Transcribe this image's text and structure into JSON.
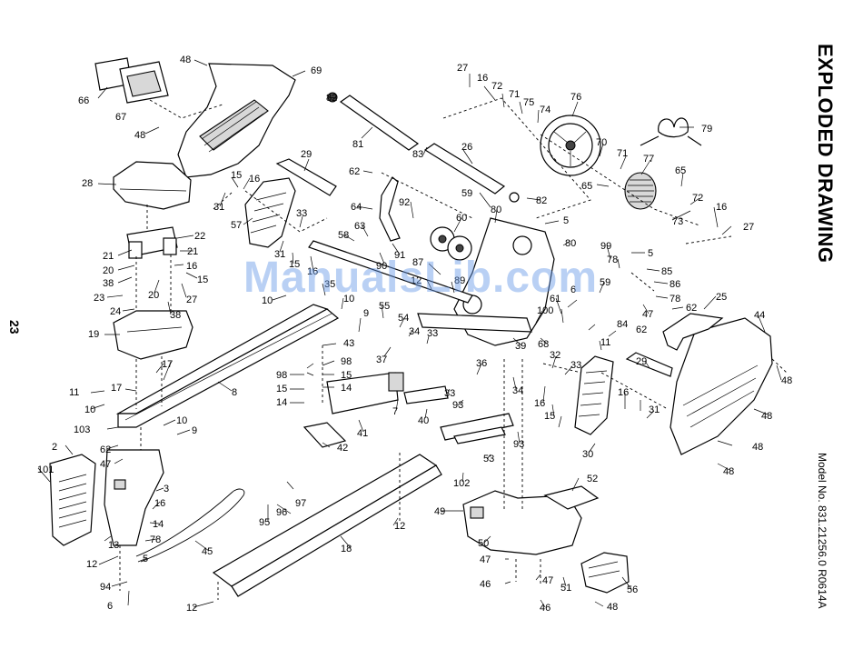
{
  "page": {
    "title": "EXPLODED DRAWING",
    "model": "Model No. 831.21256.0 R0614A",
    "page_number": "23",
    "watermark": "ManualsLib.com"
  },
  "callouts": [
    {
      "id": "c48a",
      "label": "48"
    },
    {
      "id": "c69",
      "label": "69"
    },
    {
      "id": "c66",
      "label": "66"
    },
    {
      "id": "c67",
      "label": "67"
    },
    {
      "id": "c48b",
      "label": "48"
    },
    {
      "id": "c82a",
      "label": "82"
    },
    {
      "id": "c81",
      "label": "81"
    },
    {
      "id": "c27a",
      "label": "27"
    },
    {
      "id": "c16a",
      "label": "16"
    },
    {
      "id": "c72a",
      "label": "72"
    },
    {
      "id": "c71a",
      "label": "71"
    },
    {
      "id": "c75",
      "label": "75"
    },
    {
      "id": "c74",
      "label": "74"
    },
    {
      "id": "c76",
      "label": "76"
    },
    {
      "id": "c79",
      "label": "79"
    },
    {
      "id": "c29a",
      "label": "29"
    },
    {
      "id": "c26",
      "label": "26"
    },
    {
      "id": "c83",
      "label": "83"
    },
    {
      "id": "c70",
      "label": "70"
    },
    {
      "id": "c71b",
      "label": "71"
    },
    {
      "id": "c77",
      "label": "77"
    },
    {
      "id": "c65a",
      "label": "65"
    },
    {
      "id": "c65b",
      "label": "65"
    },
    {
      "id": "c28",
      "label": "28"
    },
    {
      "id": "c15a",
      "label": "15"
    },
    {
      "id": "c16b",
      "label": "16"
    },
    {
      "id": "c31a",
      "label": "31"
    },
    {
      "id": "c62a",
      "label": "62"
    },
    {
      "id": "c64",
      "label": "64"
    },
    {
      "id": "c92",
      "label": "92"
    },
    {
      "id": "c59a",
      "label": "59"
    },
    {
      "id": "c82b",
      "label": "82"
    },
    {
      "id": "c72b",
      "label": "72"
    },
    {
      "id": "c16c",
      "label": "16"
    },
    {
      "id": "c73",
      "label": "73"
    },
    {
      "id": "c27b",
      "label": "27"
    },
    {
      "id": "c22",
      "label": "22"
    },
    {
      "id": "c21a",
      "label": "21"
    },
    {
      "id": "c21b",
      "label": "21"
    },
    {
      "id": "c20a",
      "label": "20"
    },
    {
      "id": "c16d",
      "label": "16"
    },
    {
      "id": "c38a",
      "label": "38"
    },
    {
      "id": "c15b",
      "label": "15"
    },
    {
      "id": "c20b",
      "label": "20"
    },
    {
      "id": "c27c",
      "label": "27"
    },
    {
      "id": "c23",
      "label": "23"
    },
    {
      "id": "c24",
      "label": "24"
    },
    {
      "id": "c38b",
      "label": "38"
    },
    {
      "id": "c57",
      "label": "57"
    },
    {
      "id": "c33a",
      "label": "33"
    },
    {
      "id": "c31b",
      "label": "31"
    },
    {
      "id": "c15c",
      "label": "15"
    },
    {
      "id": "c16e",
      "label": "16"
    },
    {
      "id": "c58",
      "label": "58"
    },
    {
      "id": "c63",
      "label": "63"
    },
    {
      "id": "c90",
      "label": "90"
    },
    {
      "id": "c91",
      "label": "91"
    },
    {
      "id": "c60",
      "label": "60"
    },
    {
      "id": "c80a",
      "label": "80"
    },
    {
      "id": "c5a",
      "label": "5"
    },
    {
      "id": "c80b",
      "label": "80"
    },
    {
      "id": "c99",
      "label": "99"
    },
    {
      "id": "c78a",
      "label": "78"
    },
    {
      "id": "c5b",
      "label": "5"
    },
    {
      "id": "c85",
      "label": "85"
    },
    {
      "id": "c86",
      "label": "86"
    },
    {
      "id": "c78b",
      "label": "78"
    },
    {
      "id": "c62b",
      "label": "62"
    },
    {
      "id": "c47a",
      "label": "47"
    },
    {
      "id": "c25",
      "label": "25"
    },
    {
      "id": "c87",
      "label": "87"
    },
    {
      "id": "c89",
      "label": "89"
    },
    {
      "id": "c12a",
      "label": "12"
    },
    {
      "id": "c6a",
      "label": "6"
    },
    {
      "id": "c59b",
      "label": "59"
    },
    {
      "id": "c61",
      "label": "61"
    },
    {
      "id": "c10a",
      "label": "10"
    },
    {
      "id": "c35",
      "label": "35"
    },
    {
      "id": "c10b",
      "label": "10"
    },
    {
      "id": "c55",
      "label": "55"
    },
    {
      "id": "c54",
      "label": "54"
    },
    {
      "id": "c34a",
      "label": "34"
    },
    {
      "id": "c33b",
      "label": "33"
    },
    {
      "id": "c100",
      "label": "100"
    },
    {
      "id": "c68",
      "label": "68"
    },
    {
      "id": "c39",
      "label": "39"
    },
    {
      "id": "c84",
      "label": "84"
    },
    {
      "id": "c62c",
      "label": "62"
    },
    {
      "id": "c11a",
      "label": "11"
    },
    {
      "id": "c44",
      "label": "44"
    },
    {
      "id": "c19",
      "label": "19"
    },
    {
      "id": "c9a",
      "label": "9"
    },
    {
      "id": "c43",
      "label": "43"
    },
    {
      "id": "c37",
      "label": "37"
    },
    {
      "id": "c32",
      "label": "32"
    },
    {
      "id": "c33c",
      "label": "33"
    },
    {
      "id": "c29b",
      "label": "29"
    },
    {
      "id": "c48c",
      "label": "48"
    },
    {
      "id": "c17a",
      "label": "17"
    },
    {
      "id": "c17b",
      "label": "17"
    },
    {
      "id": "c98a",
      "label": "98"
    },
    {
      "id": "c98b",
      "label": "98"
    },
    {
      "id": "c15d",
      "label": "15"
    },
    {
      "id": "c15e",
      "label": "15"
    },
    {
      "id": "c14a",
      "label": "14"
    },
    {
      "id": "c14b",
      "label": "14"
    },
    {
      "id": "c8",
      "label": "8"
    },
    {
      "id": "c36",
      "label": "36"
    },
    {
      "id": "c34b",
      "label": "34"
    },
    {
      "id": "c16f",
      "label": "16"
    },
    {
      "id": "c16g",
      "label": "16"
    },
    {
      "id": "c15f",
      "label": "15"
    },
    {
      "id": "c31c",
      "label": "31"
    },
    {
      "id": "c11b",
      "label": "11"
    },
    {
      "id": "c10c",
      "label": "10"
    },
    {
      "id": "c7",
      "label": "7"
    },
    {
      "id": "c33d",
      "label": "33"
    },
    {
      "id": "c93a",
      "label": "93"
    },
    {
      "id": "c40",
      "label": "40"
    },
    {
      "id": "c41",
      "label": "41"
    },
    {
      "id": "c48d",
      "label": "48"
    },
    {
      "id": "c48e",
      "label": "48"
    },
    {
      "id": "c103",
      "label": "103"
    },
    {
      "id": "c10d",
      "label": "10"
    },
    {
      "id": "c9b",
      "label": "9"
    },
    {
      "id": "c62d",
      "label": "62"
    },
    {
      "id": "c42",
      "label": "42"
    },
    {
      "id": "c93b",
      "label": "93"
    },
    {
      "id": "c30",
      "label": "30"
    },
    {
      "id": "c2",
      "label": "2"
    },
    {
      "id": "c47b",
      "label": "47"
    },
    {
      "id": "c53",
      "label": "53"
    },
    {
      "id": "c48f",
      "label": "48"
    },
    {
      "id": "c101",
      "label": "101"
    },
    {
      "id": "c3",
      "label": "3"
    },
    {
      "id": "c102",
      "label": "102"
    },
    {
      "id": "c52",
      "label": "52"
    },
    {
      "id": "c16h",
      "label": "16"
    },
    {
      "id": "c97",
      "label": "97"
    },
    {
      "id": "c49",
      "label": "49"
    },
    {
      "id": "c14c",
      "label": "14"
    },
    {
      "id": "c96",
      "label": "96"
    },
    {
      "id": "c95",
      "label": "95"
    },
    {
      "id": "c12b",
      "label": "12"
    },
    {
      "id": "c13",
      "label": "13"
    },
    {
      "id": "c78c",
      "label": "78"
    },
    {
      "id": "c50",
      "label": "50"
    },
    {
      "id": "c12c",
      "label": "12"
    },
    {
      "id": "c5c",
      "label": "5"
    },
    {
      "id": "c45",
      "label": "45"
    },
    {
      "id": "c18",
      "label": "18"
    },
    {
      "id": "c47c",
      "label": "47"
    },
    {
      "id": "c56",
      "label": "56"
    },
    {
      "id": "c94",
      "label": "94"
    },
    {
      "id": "c46a",
      "label": "46"
    },
    {
      "id": "c47d",
      "label": "47"
    },
    {
      "id": "c51",
      "label": "51"
    },
    {
      "id": "c6b",
      "label": "6"
    },
    {
      "id": "c12d",
      "label": "12"
    },
    {
      "id": "c46b",
      "label": "46"
    },
    {
      "id": "c48g",
      "label": "48"
    }
  ]
}
